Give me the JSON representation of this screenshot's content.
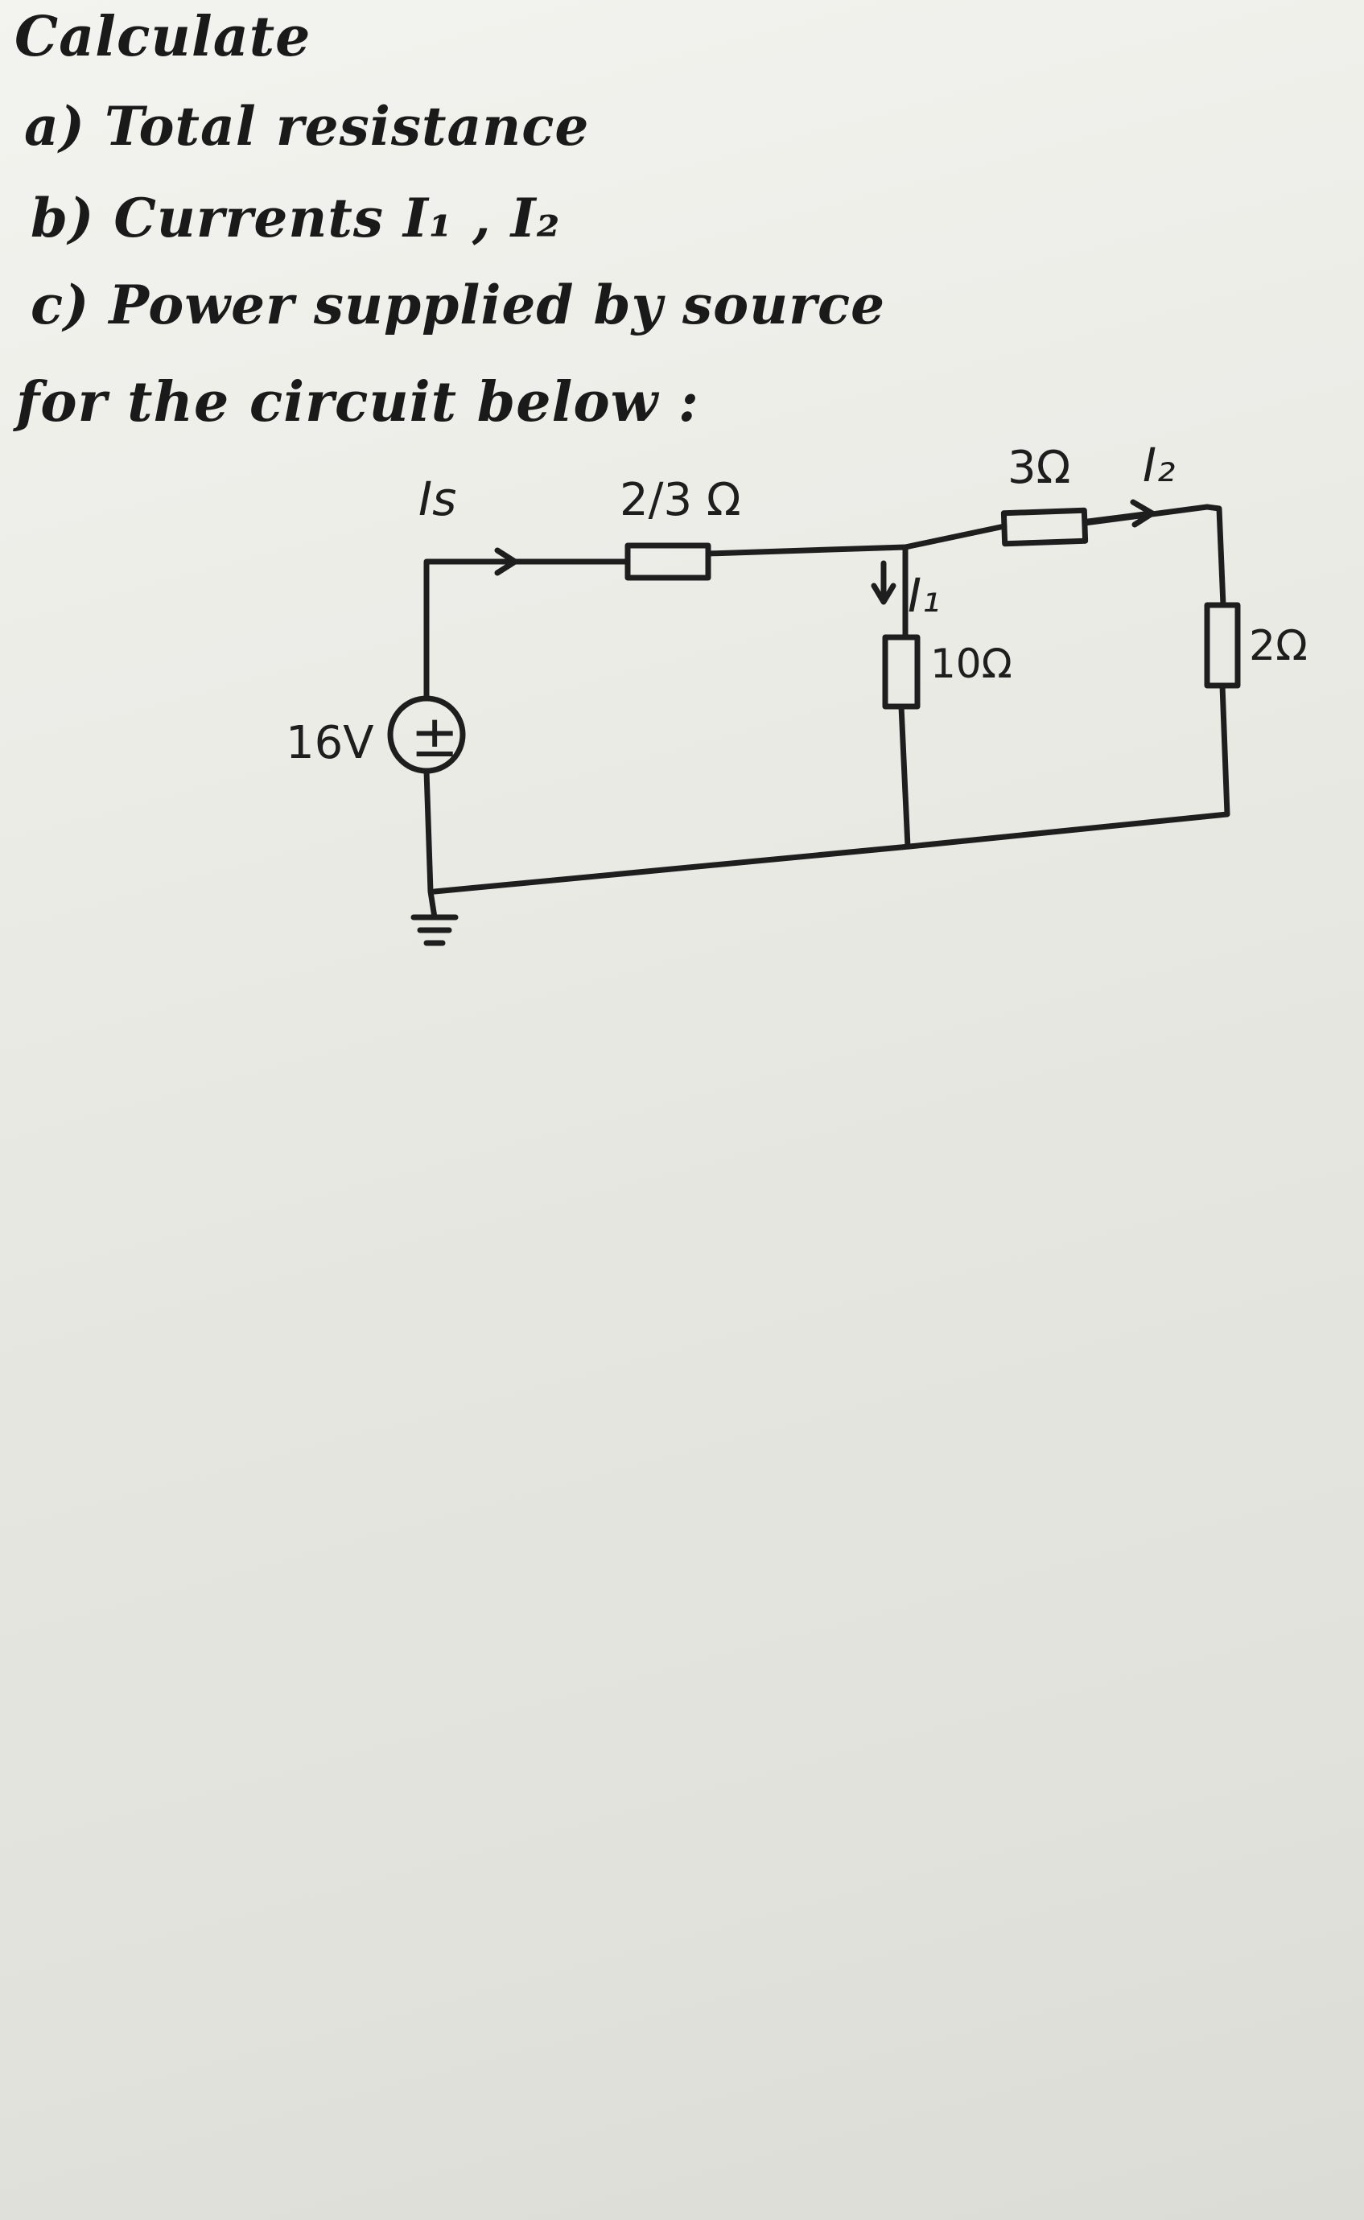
{
  "text": {
    "heading": "Calculate",
    "item_a": "a) Total resistance",
    "item_b": "b) Currents I₁ , I₂",
    "item_c": "c) Power supplied by source",
    "closing": "for the circuit below :"
  },
  "circuit": {
    "source_voltage": "16V",
    "source_symbol": "±",
    "current_source": "Is",
    "current_1": "I₁",
    "current_2": "I₂",
    "resistor_series": "2/3 Ω",
    "resistor_middle": "10Ω",
    "resistor_top_right": "3Ω",
    "resistor_right": "2Ω"
  },
  "colors": {
    "ink": "#1e1e1e",
    "paper": "#ecece7"
  }
}
